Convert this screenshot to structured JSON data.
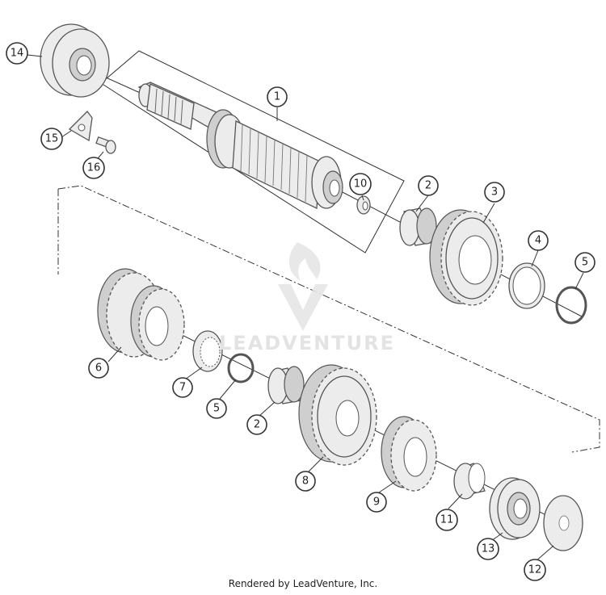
{
  "footer": {
    "text": "Rendered by LeadVenture, Inc."
  },
  "watermark": {
    "text": "LEADVENTURE"
  },
  "callouts": {
    "c1": "1",
    "c2a": "2",
    "c2b": "2",
    "c3": "3",
    "c4": "4",
    "c5a": "5",
    "c5b": "5",
    "c6": "6",
    "c7": "7",
    "c8": "8",
    "c9": "9",
    "c10": "10",
    "c11": "11",
    "c12": "12",
    "c13": "13",
    "c14": "14",
    "c15": "15",
    "c16": "16"
  },
  "icons": {
    "watermark_logo": "flame-v-logo-icon"
  }
}
